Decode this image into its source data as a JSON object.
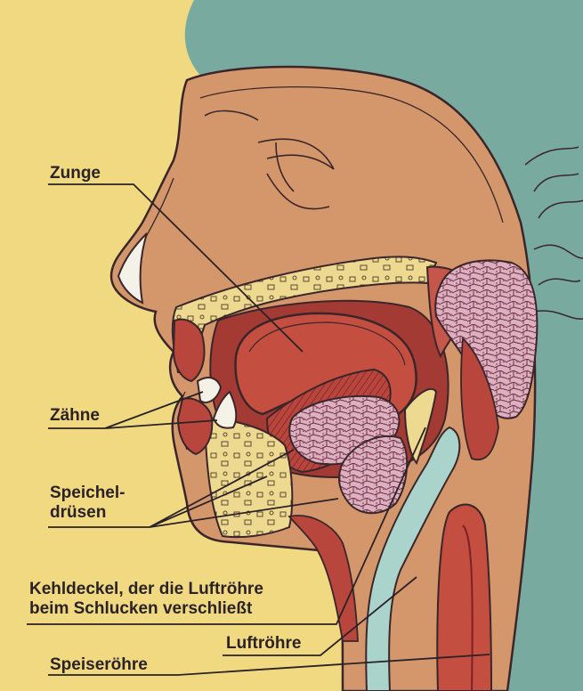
{
  "labels": {
    "zunge": "Zunge",
    "zaehne": "Zähne",
    "speicheldruesen": "Speichel-\ndrüsen",
    "kehldeckel": "Kehldeckel, der die Luftröhre\nbeim Schlucken verschließt",
    "luftroehre": "Luftröhre",
    "speiseroehre": "Speiseröhre"
  },
  "colors": {
    "paper": "#f1d982",
    "background_teal": "#79aaa0",
    "skin": "#d4976c",
    "tongue": "#bf4a3e",
    "tongue_dark": "#8f2a2c",
    "bone": "#eed991",
    "gland": "#dcb0c0",
    "airway": "#a9d3cb",
    "outline": "#3a262a"
  }
}
